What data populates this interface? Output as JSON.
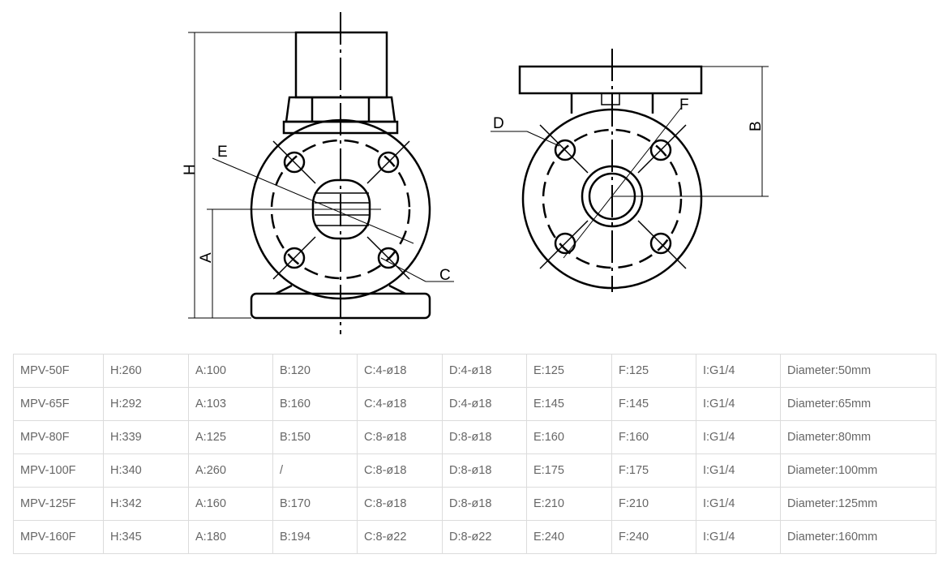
{
  "drawing": {
    "labels": {
      "H": "H",
      "A": "A",
      "B": "B",
      "C": "C",
      "D": "D",
      "E": "E",
      "F": "F"
    }
  },
  "table": {
    "rows": [
      [
        "MPV-50F",
        "H:260",
        "A:100",
        "B:120",
        "C:4-ø18",
        "D:4-ø18",
        "E:125",
        "F:125",
        "I:G1/4",
        "Diameter:50mm"
      ],
      [
        "MPV-65F",
        "H:292",
        "A:103",
        "B:160",
        "C:4-ø18",
        "D:4-ø18",
        "E:145",
        "F:145",
        "I:G1/4",
        "Diameter:65mm"
      ],
      [
        "MPV-80F",
        "H:339",
        "A:125",
        "B:150",
        "C:8-ø18",
        "D:8-ø18",
        "E:160",
        "F:160",
        "I:G1/4",
        "Diameter:80mm"
      ],
      [
        "MPV-100F",
        "H:340",
        "A:260",
        "/",
        "C:8-ø18",
        "D:8-ø18",
        "E:175",
        "F:175",
        "I:G1/4",
        "Diameter:100mm"
      ],
      [
        "MPV-125F",
        "H:342",
        "A:160",
        "B:170",
        "C:8-ø18",
        "D:8-ø18",
        "E:210",
        "F:210",
        "I:G1/4",
        "Diameter:125mm"
      ],
      [
        "MPV-160F",
        "H:345",
        "A:180",
        "B:194",
        "C:8-ø22",
        "D:8-ø22",
        "E:240",
        "F:240",
        "I:G1/4",
        "Diameter:160mm"
      ]
    ]
  }
}
